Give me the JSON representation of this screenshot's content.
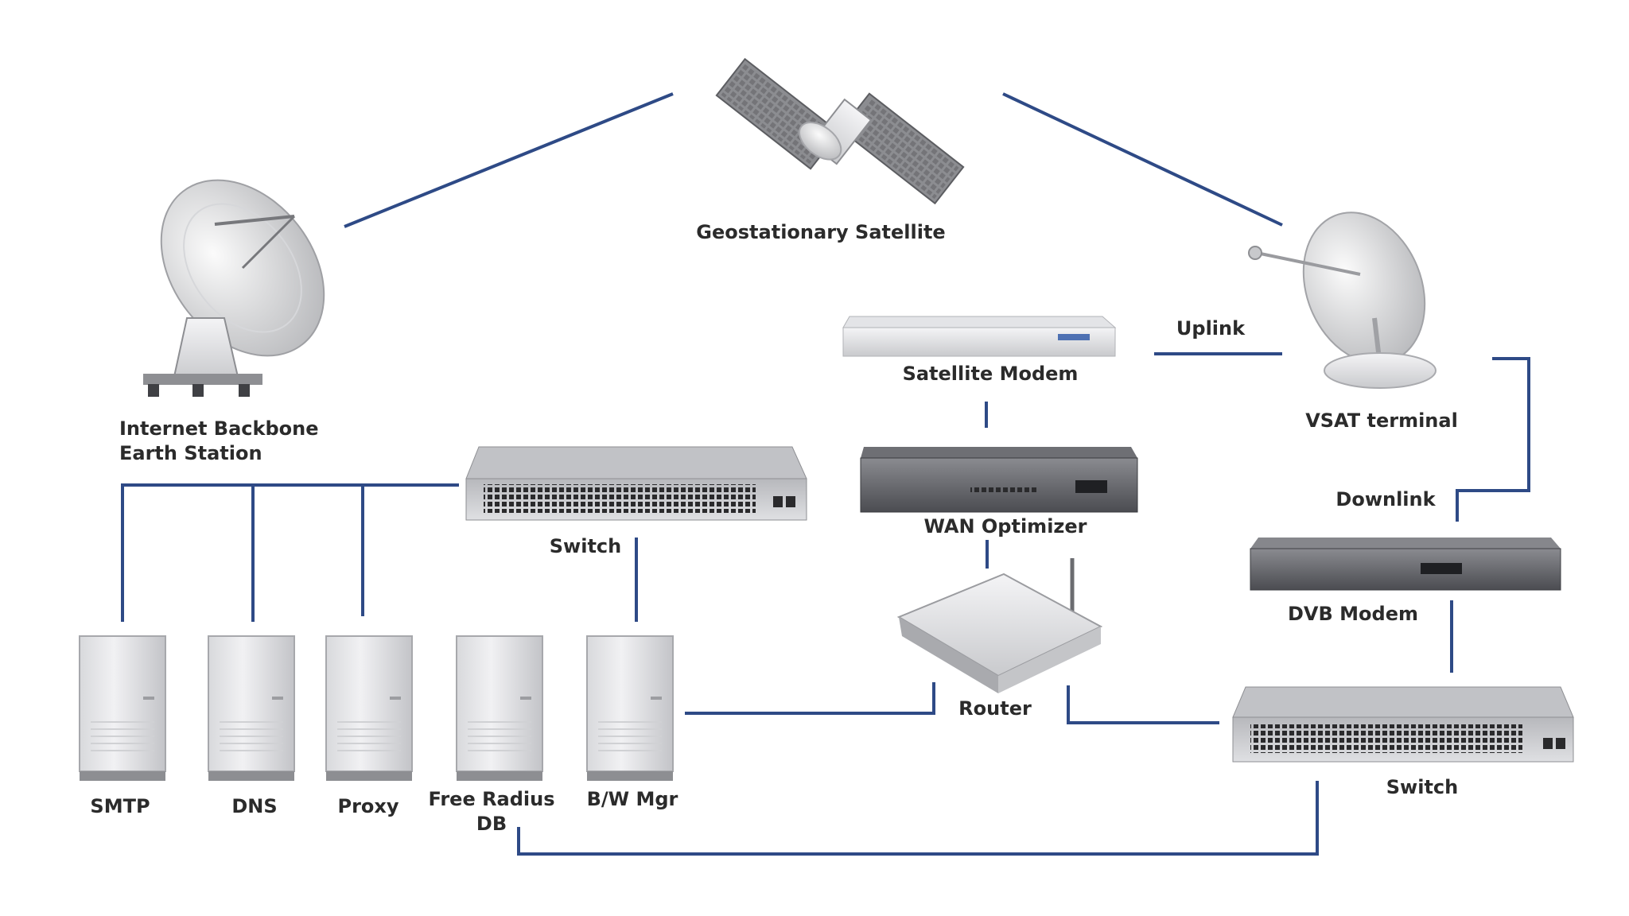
{
  "diagram": {
    "colors": {
      "link": "#2e4a86",
      "label": "#2b2b2b",
      "background": "#ffffff"
    },
    "nodes": {
      "satellite": {
        "label": "Geostationary Satellite",
        "icon": "satellite-icon"
      },
      "earth_station": {
        "label": "Internet Backbone\nEarth Station",
        "icon": "earth-station-dish-icon"
      },
      "vsat": {
        "label": "VSAT terminal",
        "icon": "vsat-dish-icon"
      },
      "satellite_modem": {
        "label": "Satellite Modem",
        "icon": "satellite-modem-icon"
      },
      "wan_optimizer": {
        "label": "WAN Optimizer",
        "icon": "rack-appliance-icon"
      },
      "router": {
        "label": "Router",
        "icon": "router-icon"
      },
      "dvb_modem": {
        "label": "DVB Modem",
        "icon": "dvb-modem-icon"
      },
      "switch_left": {
        "label": "Switch",
        "icon": "network-switch-icon"
      },
      "switch_right": {
        "label": "Switch",
        "icon": "network-switch-icon"
      },
      "servers": [
        {
          "label": "SMTP",
          "icon": "server-tower-icon"
        },
        {
          "label": "DNS",
          "icon": "server-tower-icon"
        },
        {
          "label": "Proxy",
          "icon": "server-tower-icon"
        },
        {
          "label": "Free Radius\nDB",
          "icon": "server-tower-icon"
        },
        {
          "label": "B/W Mgr",
          "icon": "server-tower-icon"
        }
      ]
    },
    "link_labels": {
      "uplink": "Uplink",
      "downlink": "Downlink"
    }
  }
}
